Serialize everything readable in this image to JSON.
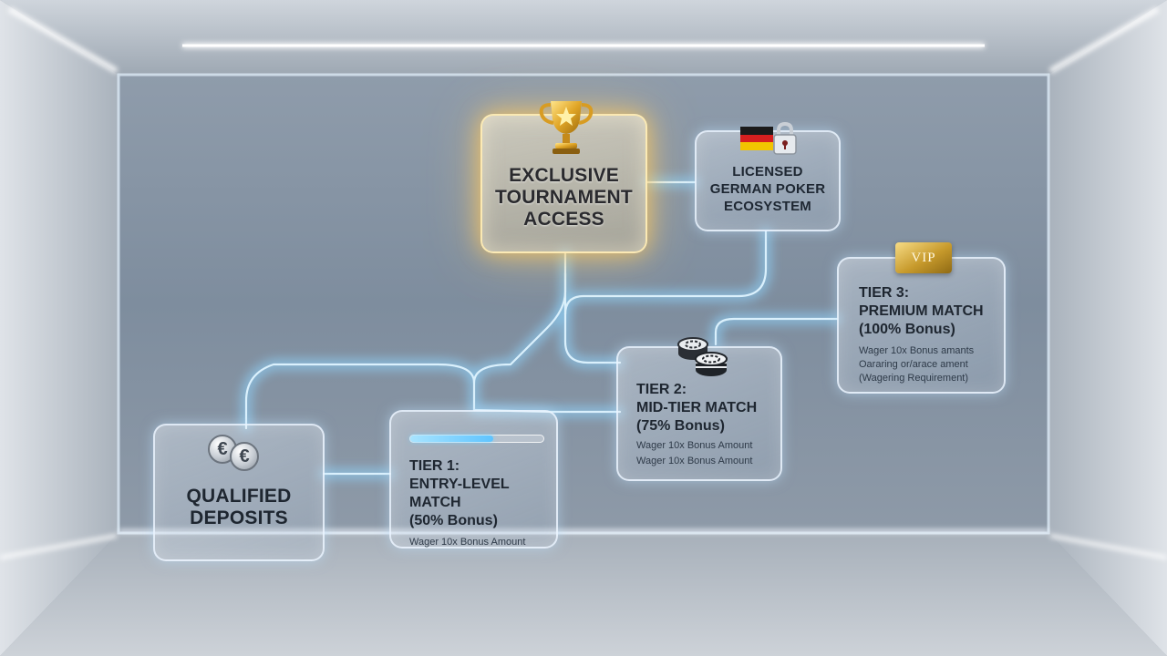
{
  "nodes": {
    "tournament": {
      "title_lines": [
        "EXCLUSIVE",
        "TOURNAMENT",
        "ACCESS"
      ],
      "icon": "trophy-icon"
    },
    "licensed": {
      "title_lines": [
        "LICENSED",
        "GERMAN POKER",
        "ECOSYSTEM"
      ],
      "icons": [
        "german-flag-icon",
        "padlock-icon"
      ]
    },
    "deposits": {
      "title_lines": [
        "QUALIFIED",
        "DEPOSITS"
      ],
      "coin_symbol": "€",
      "icon": "euro-coins-icon"
    },
    "tier1": {
      "title_lines": [
        "TIER 1:",
        "ENTRY-LEVEL MATCH",
        "(50% Bonus)"
      ],
      "details": [
        "Wager 10x Bonus Amount"
      ],
      "progress": 0.62
    },
    "tier2": {
      "title_lines": [
        "TIER 2:",
        "MID-TIER MATCH",
        "(75% Bonus)"
      ],
      "details": [
        "Wager 10x Bonus Amount",
        "Wager 10x Bonus Amount"
      ],
      "icon": "poker-chips-icon"
    },
    "tier3": {
      "badge": "VIP",
      "title_lines": [
        "TIER 3:",
        "PREMIUM MATCH",
        "(100% Bonus)"
      ],
      "details": [
        "Wager 10x Bonus amants",
        "Oararing or/arace ament",
        "(Wagering Requirement)"
      ]
    }
  },
  "colors": {
    "glow_line": "#8fd6ff",
    "gold_glow": "#ffc85a",
    "wall": "#9aa6b3"
  }
}
